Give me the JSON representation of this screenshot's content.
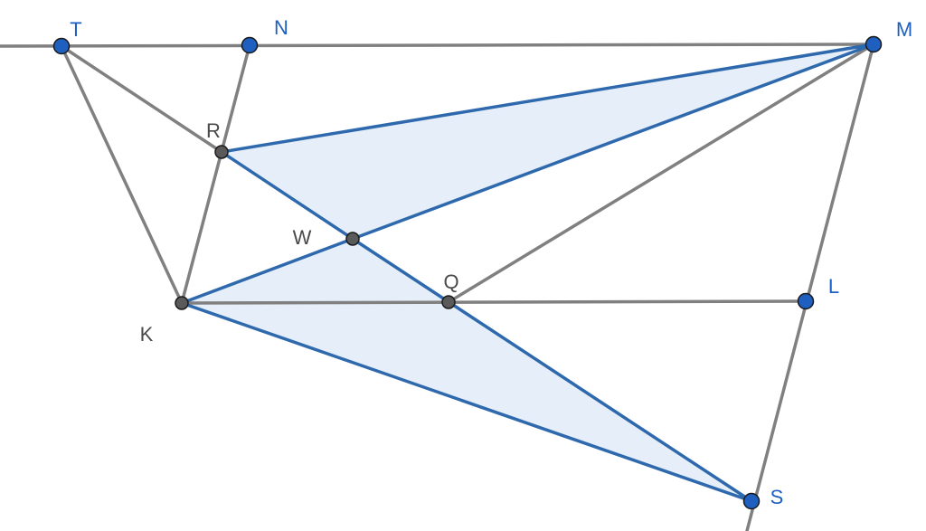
{
  "diagram": {
    "colors": {
      "line": "#808080",
      "highlight": "#2f69ad",
      "fill": "#e6eff9",
      "free_point": "#1f5fbf",
      "dependent_point": "#5a5a5a",
      "free_label": "#1f5fbf",
      "dependent_label": "#4a4a4a"
    },
    "points": [
      {
        "id": "T",
        "label": "T",
        "kind": "free"
      },
      {
        "id": "N",
        "label": "N",
        "kind": "free"
      },
      {
        "id": "M",
        "label": "M",
        "kind": "free"
      },
      {
        "id": "R",
        "label": "R",
        "kind": "dependent"
      },
      {
        "id": "W",
        "label": "W",
        "kind": "dependent"
      },
      {
        "id": "K",
        "label": "K",
        "kind": "dependent"
      },
      {
        "id": "Q",
        "label": "Q",
        "kind": "dependent"
      },
      {
        "id": "L",
        "label": "L",
        "kind": "free"
      },
      {
        "id": "S",
        "label": "S",
        "kind": "free"
      }
    ],
    "segments": [
      {
        "id": "line-TM",
        "from": "T",
        "to": "M"
      },
      {
        "id": "seg-TK",
        "from": "T",
        "to": "K"
      },
      {
        "id": "seg-TR",
        "from": "T",
        "to": "R"
      },
      {
        "id": "seg-NK",
        "from": "N",
        "to": "K"
      },
      {
        "id": "seg-KL",
        "from": "K",
        "to": "L"
      },
      {
        "id": "seg-QM",
        "from": "Q",
        "to": "M"
      },
      {
        "id": "line-MS",
        "from": "M",
        "to": "S"
      }
    ],
    "triangles": [
      {
        "id": "triangle-RMW",
        "vertices": [
          "R",
          "M",
          "W"
        ]
      },
      {
        "id": "triangle-KWS",
        "vertices": [
          "K",
          "W",
          "S"
        ]
      }
    ]
  }
}
